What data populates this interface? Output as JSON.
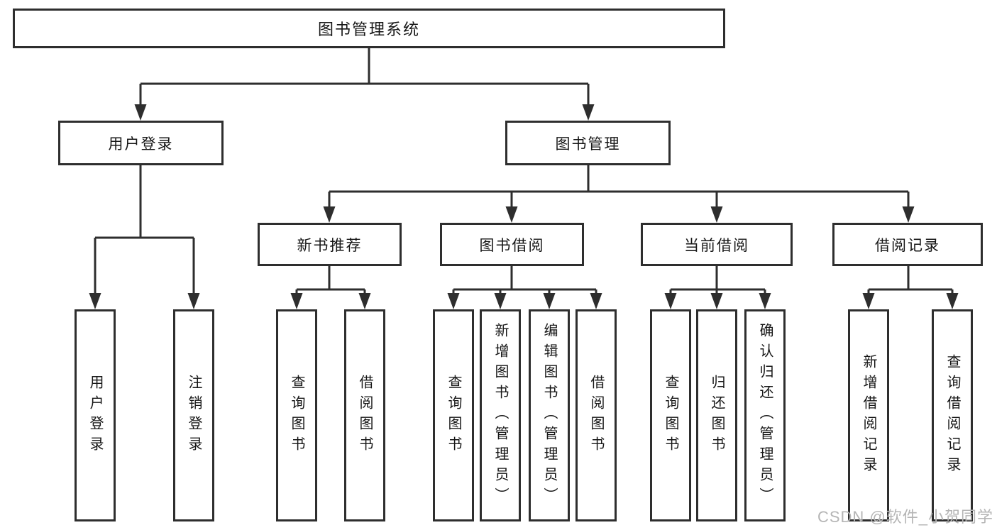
{
  "diagram": {
    "title_node": "图书管理系统",
    "level1": [
      "用户登录",
      "图书管理"
    ],
    "level2": [
      "新书推荐",
      "图书借阅",
      "当前借阅",
      "借阅记录"
    ],
    "leaves": {
      "user_login": [
        "用户登录",
        "注销登录"
      ],
      "new_book_rec": [
        "查询图书",
        "借阅图书"
      ],
      "book_borrow": [
        "查询图书",
        "新增图书（管理员）",
        "编辑图书（管理员）",
        "借阅图书"
      ],
      "current_borrow": [
        "查询图书",
        "归还图书",
        "确认归还（管理员）"
      ],
      "borrow_record": [
        "新增借阅记录",
        "查询借阅记录"
      ]
    }
  },
  "watermark": "CSDN @软件_小贺同学",
  "colors": {
    "line": "#2e2e2e",
    "text": "#161616",
    "background": "#ffffff",
    "watermark": "#b5b5b5"
  }
}
